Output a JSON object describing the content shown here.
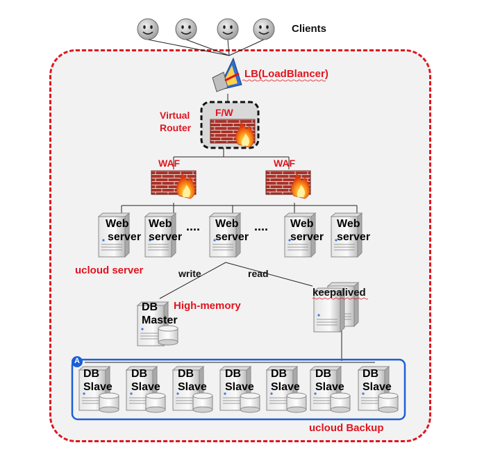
{
  "clients_label": "Clients",
  "lb_label": "LB(LoadBlancer)",
  "virtual_router": [
    "Virtual",
    "Router"
  ],
  "fw_label": "F/W",
  "waf_labels": [
    "WAF",
    "WAF"
  ],
  "web_server": [
    "Web",
    "server"
  ],
  "ellipsis": "....",
  "ucloud_server": "ucloud server",
  "write_label": "write",
  "read_label": "read",
  "keepalived_label": "keepalived",
  "db_master": [
    "DB",
    "Master"
  ],
  "high_memory": "High-memory",
  "db_slave": [
    "DB",
    "Slave"
  ],
  "badge": "A",
  "ucloud_backup": "ucloud Backup",
  "colors": {
    "accent_red": "#e0141e",
    "backup_blue": "#1a5fd6",
    "region_bg": "#f2f2f2"
  }
}
